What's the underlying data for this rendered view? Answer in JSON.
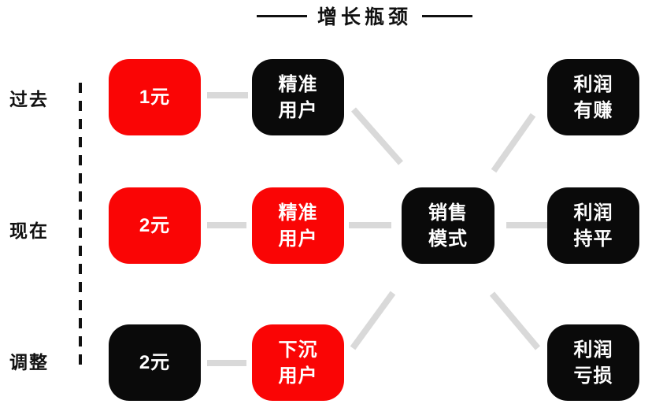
{
  "title": {
    "text": "增长瓶颈"
  },
  "row_labels": {
    "past": "过去",
    "present": "现在",
    "adjust": "调整"
  },
  "nodes": {
    "past_price": {
      "text": "1元",
      "color": "red"
    },
    "past_user": {
      "text": "精准\n用户",
      "color": "black"
    },
    "past_profit": {
      "text": "利润\n有赚",
      "color": "black"
    },
    "present_price": {
      "text": "2元",
      "color": "red"
    },
    "present_user": {
      "text": "精准\n用户",
      "color": "red"
    },
    "center": {
      "text": "销售\n模式",
      "color": "black"
    },
    "present_profit": {
      "text": "利润\n持平",
      "color": "black"
    },
    "adjust_price": {
      "text": "2元",
      "color": "black"
    },
    "adjust_user": {
      "text": "下沉\n用户",
      "color": "red"
    },
    "adjust_profit": {
      "text": "利润\n亏损",
      "color": "black"
    }
  },
  "colors": {
    "red": "#fa0505",
    "black": "#0a0a0a",
    "ink": "#111111",
    "connector_gray": "#d9d9d9",
    "text_white": "#ffffff"
  }
}
